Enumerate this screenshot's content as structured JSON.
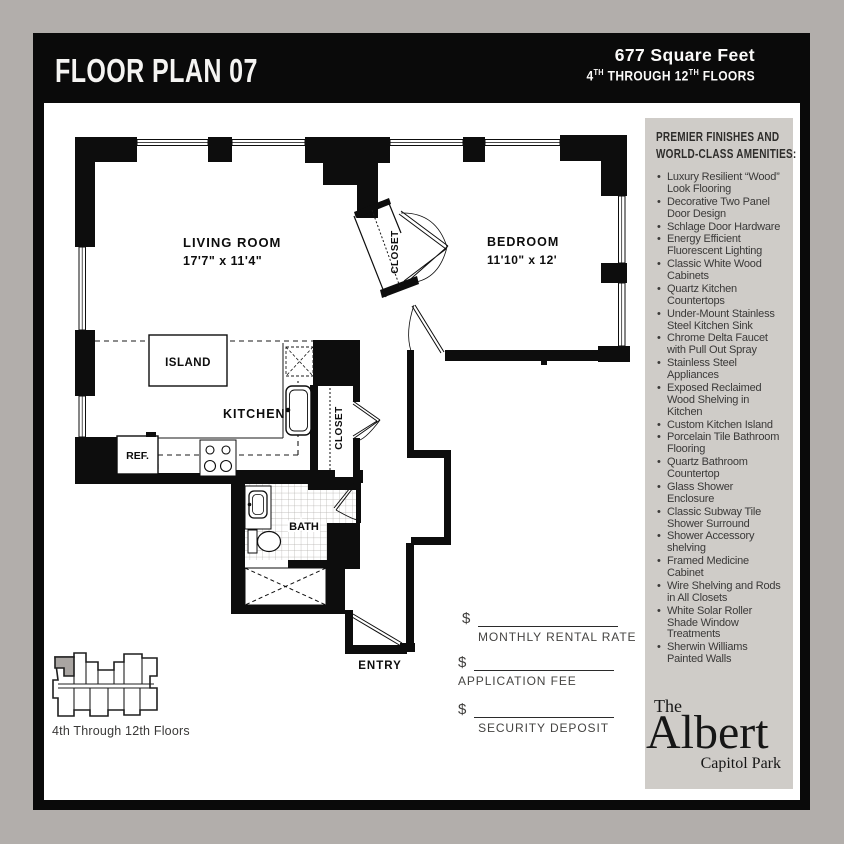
{
  "colors": {
    "outer_bg": "#b2aeab",
    "frame": "#0a0a0a",
    "panel_bg": "#cfccc8",
    "keyplan_highlight": "#a9a5a2",
    "text_dark": "#3a3938"
  },
  "header": {
    "title": "FLOOR PLAN 07",
    "area": "677 Square Feet",
    "floors": {
      "p1": "4",
      "s1": "TH",
      "p2": " THROUGH 12",
      "s2": "TH",
      "p3": " FLOORS"
    }
  },
  "amenities": {
    "heading_line1": "PREMIER FINISHES AND",
    "heading_line2": "WORLD-CLASS AMENITIES:",
    "items": [
      "Luxury Resilient “Wood” Look Flooring",
      "Decorative Two Panel Door Design",
      "Schlage Door Hardware",
      "Energy Efficient Fluorescent Lighting",
      "Classic White Wood Cabinets",
      "Quartz Kitchen Countertops",
      "Under-Mount Stainless Steel Kitchen Sink",
      "Chrome Delta Faucet with Pull Out Spray",
      "Stainless Steel Appliances",
      "Exposed Reclaimed Wood Shelving in Kitchen",
      "Custom Kitchen Island",
      "Porcelain Tile Bathroom Flooring",
      "Quartz Bathroom Countertop",
      "Glass Shower Enclosure",
      "Classic Subway Tile Shower Surround",
      "Shower Accessory shelving",
      "Framed Medicine Cabinet",
      "Wire Shelving and Rods in All Closets",
      "White Solar Roller Shade Window Treatments",
      "Sherwin Williams Painted Walls"
    ]
  },
  "plan": {
    "living_room": {
      "name": "LIVING ROOM",
      "dims": "17'7\" x  11'4\""
    },
    "bedroom": {
      "name": "BEDROOM",
      "dims": "11'10\" x  12'"
    },
    "kitchen": "KITCHEN",
    "island": "ISLAND",
    "ref": "REF.",
    "closet_upper": "CLOSET",
    "closet_hall": "CLOSET",
    "bath": "BATH",
    "entry": "ENTRY"
  },
  "pricing": {
    "currency": "$",
    "monthly": {
      "label": "MONTHLY RENTAL RATE"
    },
    "application": {
      "label": "APPLICATION FEE"
    },
    "security": {
      "label": "SECURITY DEPOSIT"
    }
  },
  "keyplan": {
    "caption": "4th Through 12th Floors"
  },
  "logo": {
    "the": "The",
    "name": "Albert",
    "sub": "Capitol Park"
  }
}
